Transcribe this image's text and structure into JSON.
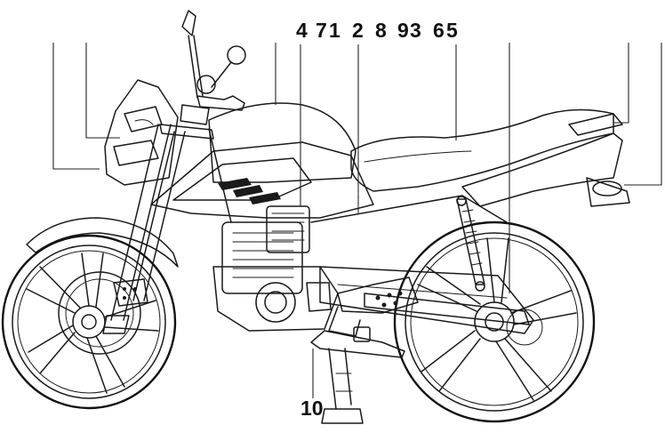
{
  "figure": {
    "callouts": [
      {
        "id": "c4",
        "text": "4"
      },
      {
        "id": "c7",
        "text": "7"
      },
      {
        "id": "c1",
        "text": "1"
      },
      {
        "id": "c2",
        "text": "2"
      },
      {
        "id": "c8",
        "text": "8"
      },
      {
        "id": "c9",
        "text": "9"
      },
      {
        "id": "c3",
        "text": "3"
      },
      {
        "id": "c6",
        "text": "6"
      },
      {
        "id": "c5",
        "text": "5"
      },
      {
        "id": "c10",
        "text": "10"
      }
    ]
  },
  "colors": {
    "ink": "#1a1a1a",
    "background": "#ffffff"
  }
}
